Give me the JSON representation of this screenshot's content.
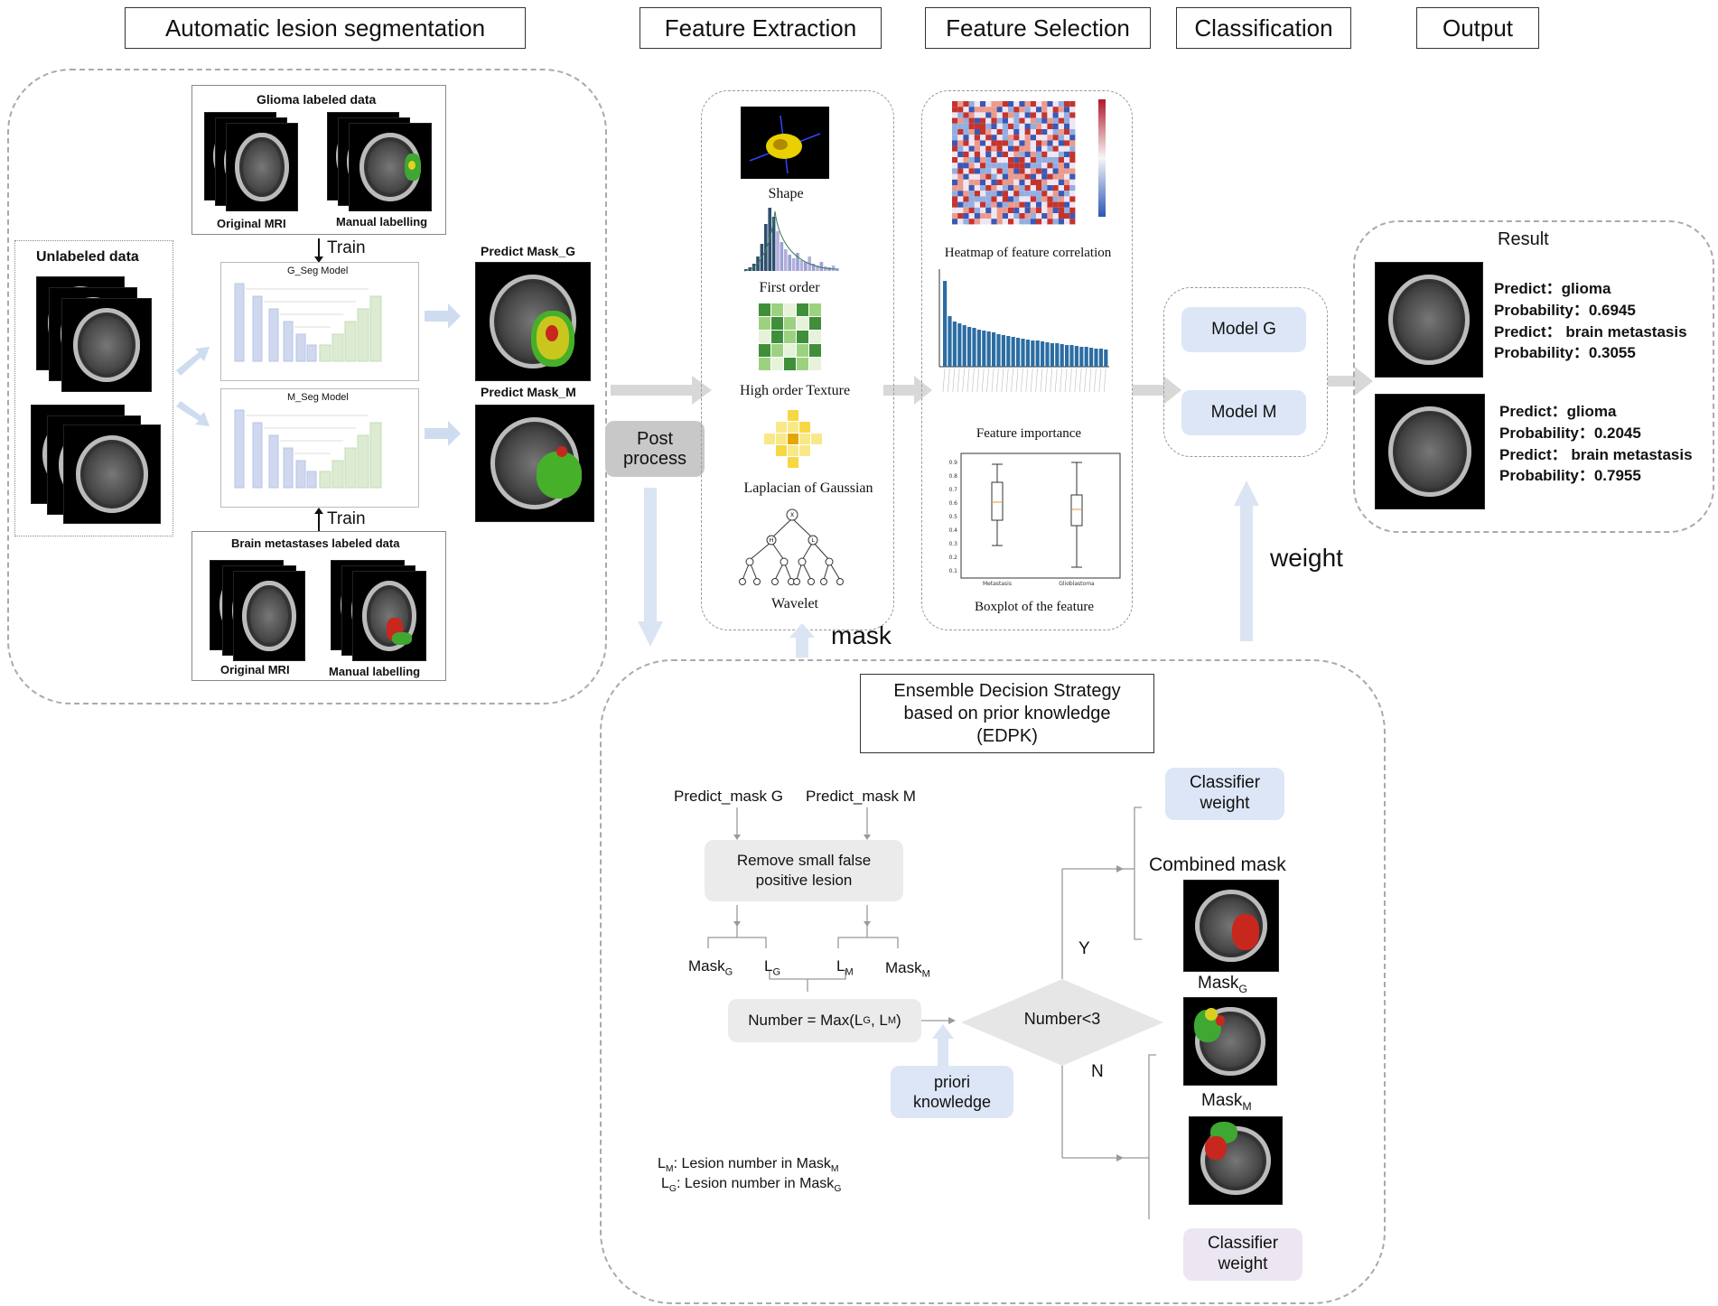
{
  "headers": {
    "segmentation": "Automatic lesion segmentation",
    "extraction": "Feature Extraction",
    "selection": "Feature Selection",
    "classification": "Classification",
    "output": "Output"
  },
  "segmentation": {
    "glioma_labeled_title": "Glioma labeled data",
    "original_mri": "Original MRI",
    "manual_labelling": "Manual labelling",
    "train": "Train",
    "unlabeled_title": "Unlabeled data",
    "g_seg_model": "G_Seg Model",
    "m_seg_model": "M_Seg Model",
    "predict_mask_g": "Predict Mask_G",
    "predict_mask_m": "Predict Mask_M",
    "brain_meta_labeled_title": "Brain metastases labeled data",
    "original_mri_2": "Original MRI",
    "manual_labelling_2": "Manual labelling",
    "train_2": "Train"
  },
  "post_process": {
    "line1": "Post",
    "line2": "process"
  },
  "extraction": {
    "shape": "Shape",
    "first_order": "First order",
    "high_order": "High order Texture",
    "log": "Laplacian of Gaussian",
    "wavelet": "Wavelet",
    "wavelet_nodes": {
      "root": "X",
      "h": "H",
      "l": "L"
    }
  },
  "selection": {
    "heatmap": "Heatmap  of feature  correlation",
    "importance": "Feature  importance",
    "boxplot": "Boxplot of the feature",
    "box_yticks": [
      "0.9",
      "0.8",
      "0.7",
      "0.6",
      "0.5",
      "0.4",
      "0.3",
      "0.2",
      "0.1"
    ],
    "box_xlabels": [
      "Metastasis",
      "Glioblastoma"
    ]
  },
  "classification": {
    "model_g": "Model G",
    "model_m": "Model M",
    "weight": "weight"
  },
  "output": {
    "result_title": "Result",
    "r1": {
      "predict1": "Predict：glioma",
      "prob1": "Probability：0.6945",
      "predict2": "Predict：  brain metastasis",
      "prob2": "Probability：0.3055"
    },
    "r2": {
      "predict1": "Predict：glioma",
      "prob1": "Probability：0.2045",
      "predict2": "Predict：  brain metastasis",
      "prob2": "Probability：0.7955"
    }
  },
  "mask_label": "mask",
  "edpk": {
    "title1": "Ensemble Decision Strategy",
    "title2": "based on prior knowledge",
    "title3": "(EDPK)",
    "predict_mask_g": "Predict_mask G",
    "predict_mask_m": "Predict_mask M",
    "remove_line1": "Remove small false",
    "remove_line2": "positive lesion",
    "mask": "Mask",
    "l": "L",
    "sub_g": "G",
    "sub_m": "M",
    "number_formula_a": "Number = Max(L",
    "number_formula_b": ", L",
    "number_formula_c": ")",
    "decision": "Number<3",
    "yes": "Y",
    "no": "N",
    "priori1": "priori",
    "priori2": "knowledge",
    "classifier_line1": "Classifier",
    "classifier_line2": "weight",
    "combined_mask": "Combined mask",
    "legend_lm_b": ": Lesion number in Mask",
    "legend_lg_b": ": Lesion number in Mask"
  }
}
